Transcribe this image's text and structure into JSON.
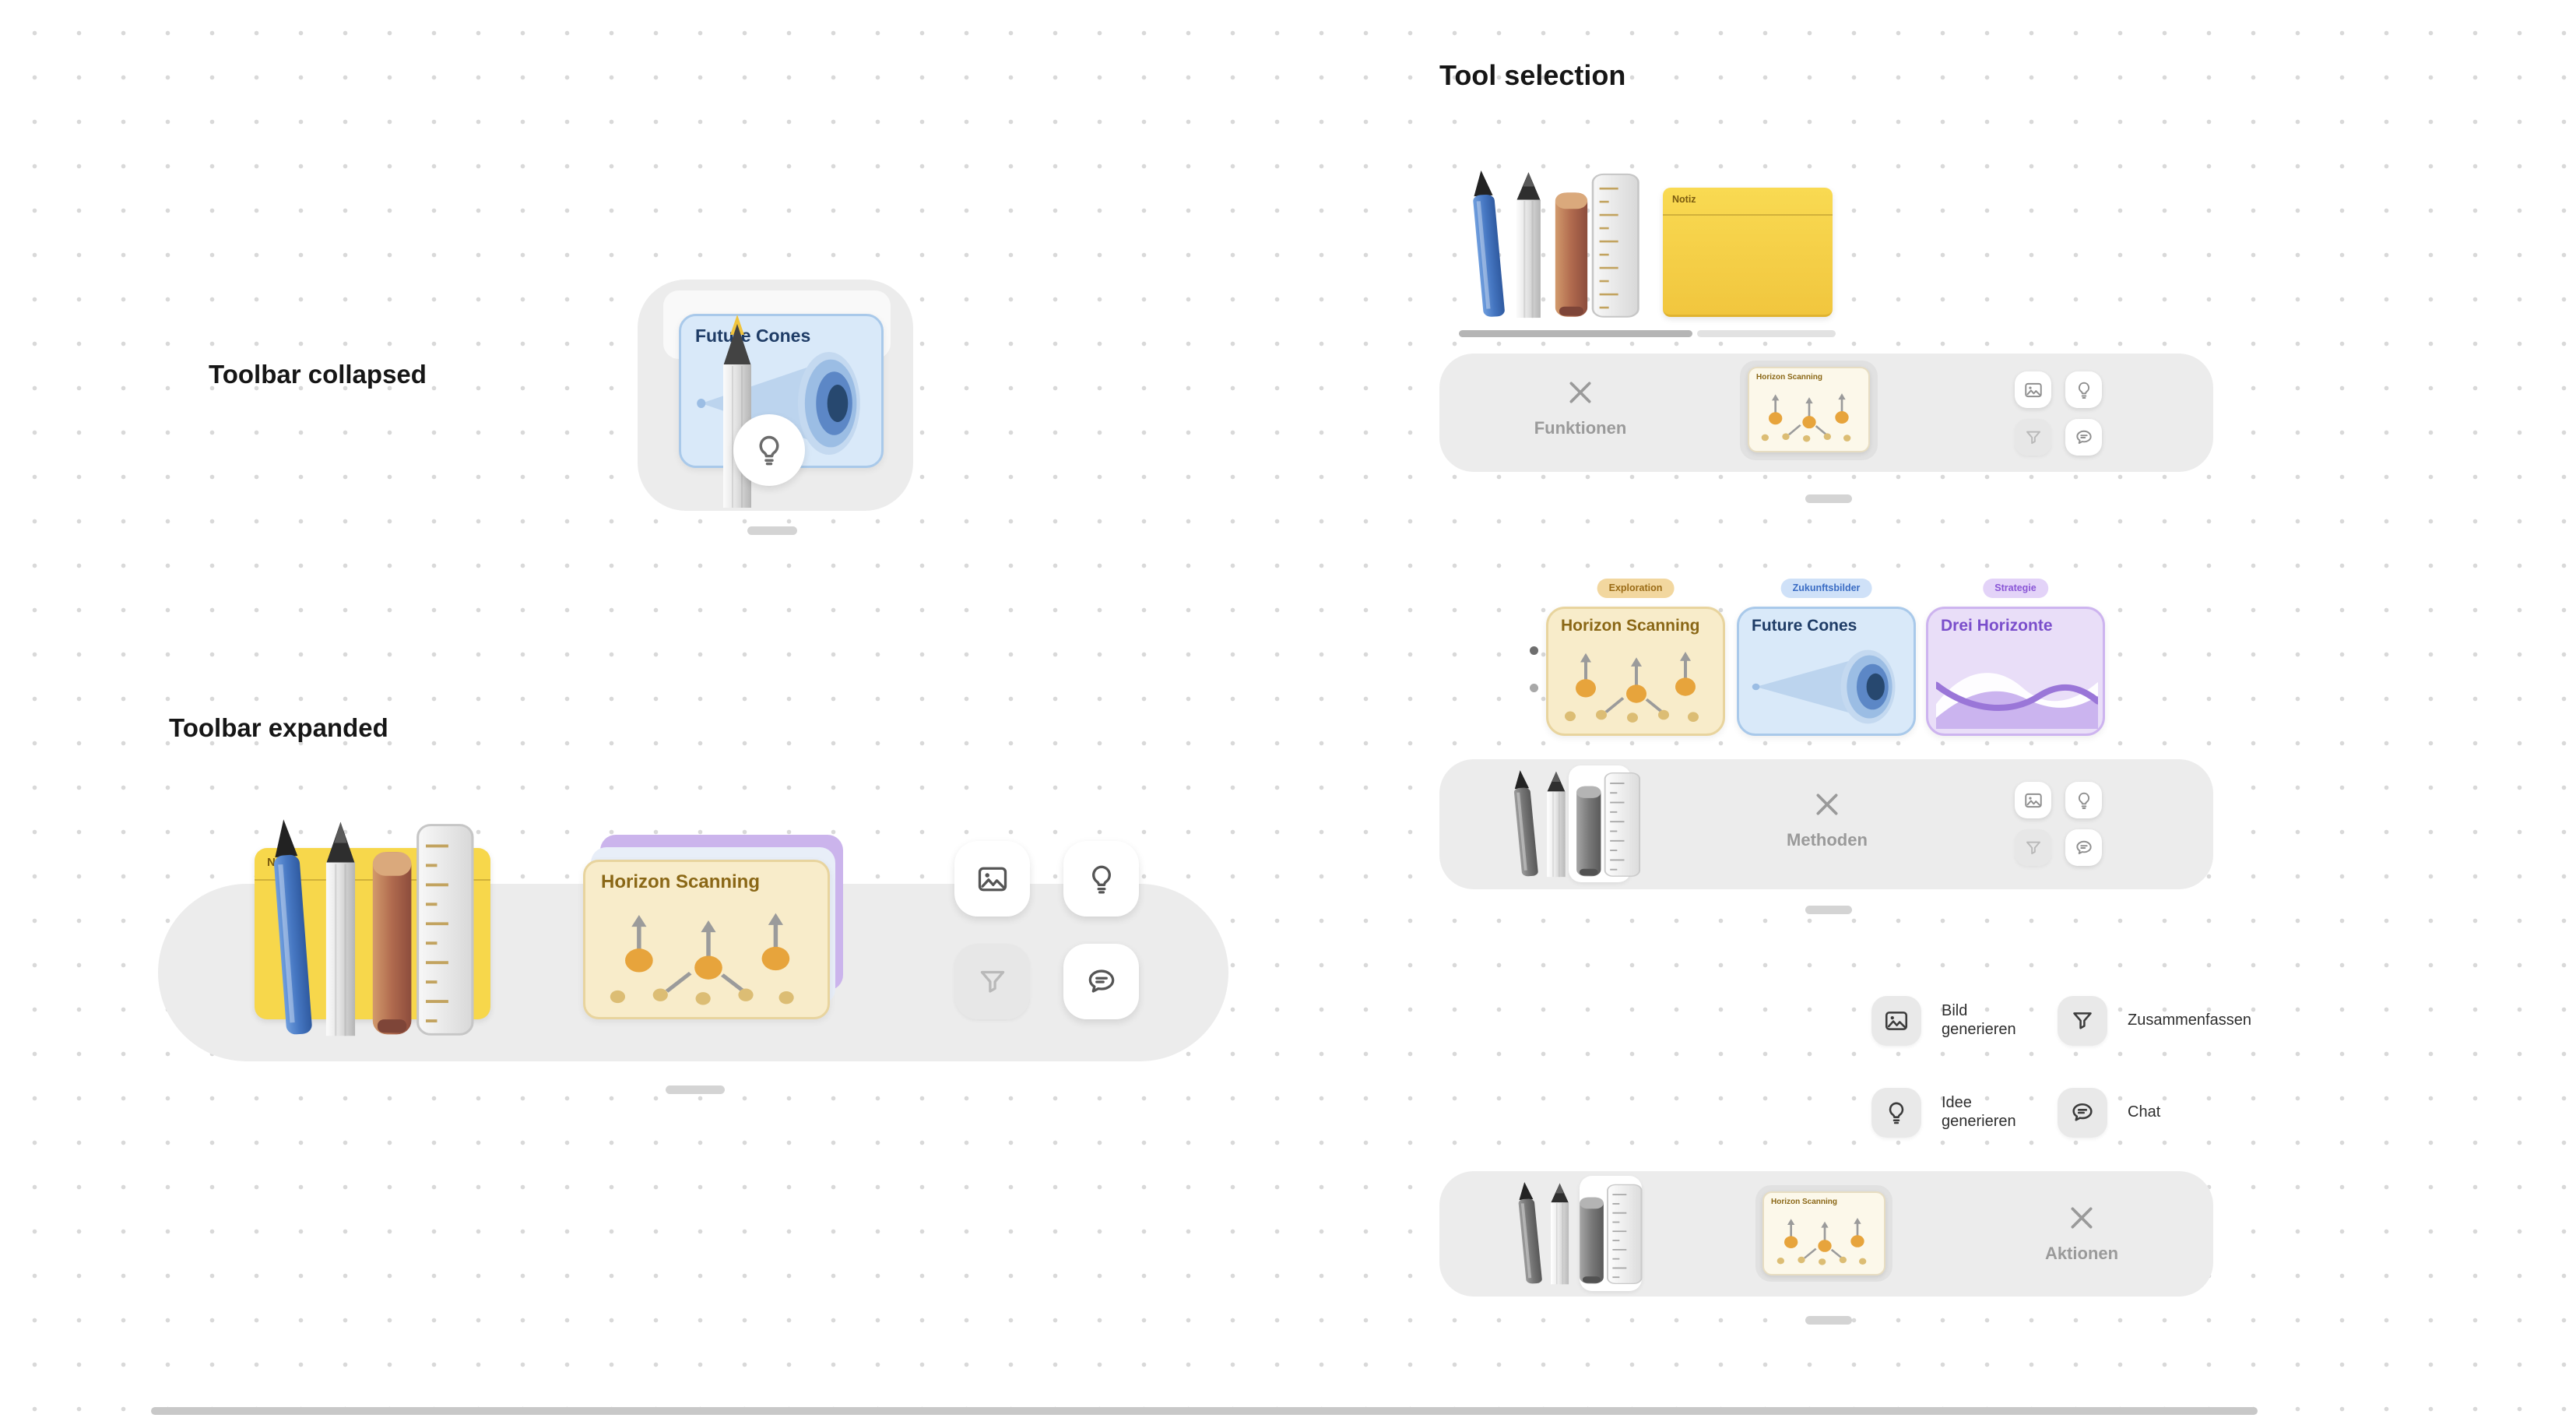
{
  "headings": {
    "toolbar_collapsed": "Toolbar collapsed",
    "toolbar_expanded": "Toolbar expanded",
    "tool_selection": "Tool selection"
  },
  "cards": {
    "future_cones": {
      "title": "Future Cones"
    },
    "horizon_scanning": {
      "title": "Horizon Scanning"
    },
    "drei_horizonte": {
      "title": "Drei Horizonte"
    }
  },
  "note": {
    "title": "Notiz"
  },
  "method_cards": [
    {
      "badge": "Exploration",
      "title": "Horizon Scanning",
      "type": "horizon-scanning"
    },
    {
      "badge": "Zukunftsbilder",
      "title": "Future Cones",
      "type": "future-cones"
    },
    {
      "badge": "Strategie",
      "title": "Drei Horizonte",
      "type": "drei-horizonte"
    }
  ],
  "panels": {
    "funktionen": {
      "label": "Funktionen"
    },
    "methoden": {
      "label": "Methoden"
    },
    "aktionen": {
      "label": "Aktionen"
    }
  },
  "actions": [
    {
      "label": "Bild generieren",
      "icon": "image-icon"
    },
    {
      "label": "Zusammenfassen",
      "icon": "filter-icon"
    },
    {
      "label": "Idee generieren",
      "icon": "lightbulb-icon"
    },
    {
      "label": "Chat",
      "icon": "chat-icon"
    }
  ],
  "colors": {
    "panel_bg": "#ececec",
    "canvas_dot": "#d9d9d9",
    "note_yellow": "#f7d74b",
    "card_tan_bg": "#f8ecca",
    "card_tan_border": "#e8d49e",
    "card_tan_title": "#8a6716",
    "card_blue_bg": "#d9e9f9",
    "card_blue_border": "#a9c9ea",
    "card_blue_title": "#1f3c66",
    "card_purple_bg": "#e9def8",
    "card_purple_border": "#cdb4ef",
    "card_purple_title": "#7a4ecb",
    "badge_orange_bg": "#f2d79f",
    "badge_blue_bg": "#cfe1f8",
    "badge_purple_bg": "#e3d3f8",
    "dot_orange": "#e7a43c"
  }
}
